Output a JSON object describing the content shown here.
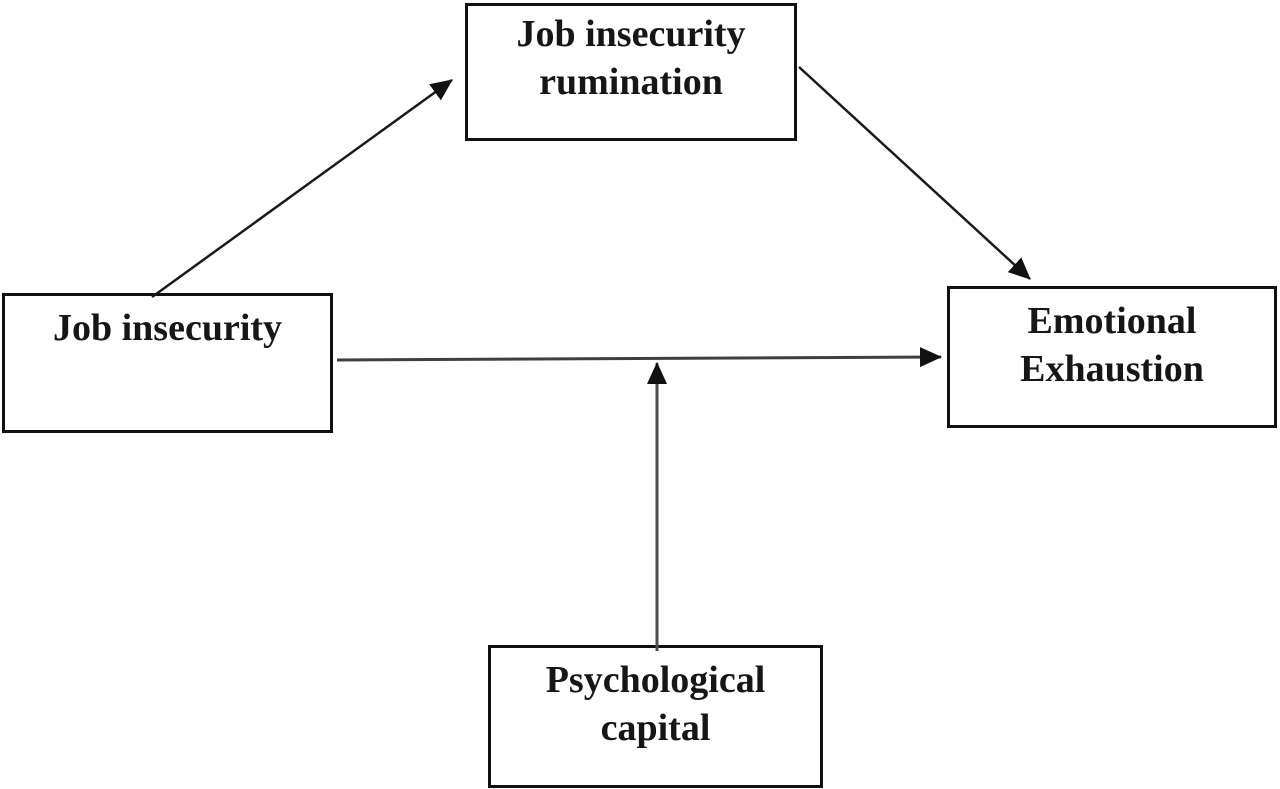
{
  "figure": {
    "type": "path-model-diagram",
    "background_color": "#ffffff",
    "border_color": "#111111",
    "text_color": "#161616",
    "arrow_color": "#1a1a1a",
    "nodes": {
      "rumination": {
        "label": "Job insecurity\nrumination"
      },
      "job_insecurity": {
        "label": "Job insecurity"
      },
      "emotional_exhaustion": {
        "label": "Emotional\nExhaustion"
      },
      "psychological_capital": {
        "label": "Psychological\ncapital"
      }
    },
    "edges": [
      {
        "from": "Job insecurity",
        "to": "Job insecurity rumination",
        "style": "straight-arrow"
      },
      {
        "from": "Job insecurity rumination",
        "to": "Emotional Exhaustion",
        "style": "straight-arrow"
      },
      {
        "from": "Job insecurity",
        "to": "Emotional Exhaustion",
        "style": "straight-arrow"
      },
      {
        "from": "Psychological capital",
        "to": "path: Job insecurity → Emotional Exhaustion",
        "style": "moderation-arrow"
      }
    ]
  }
}
